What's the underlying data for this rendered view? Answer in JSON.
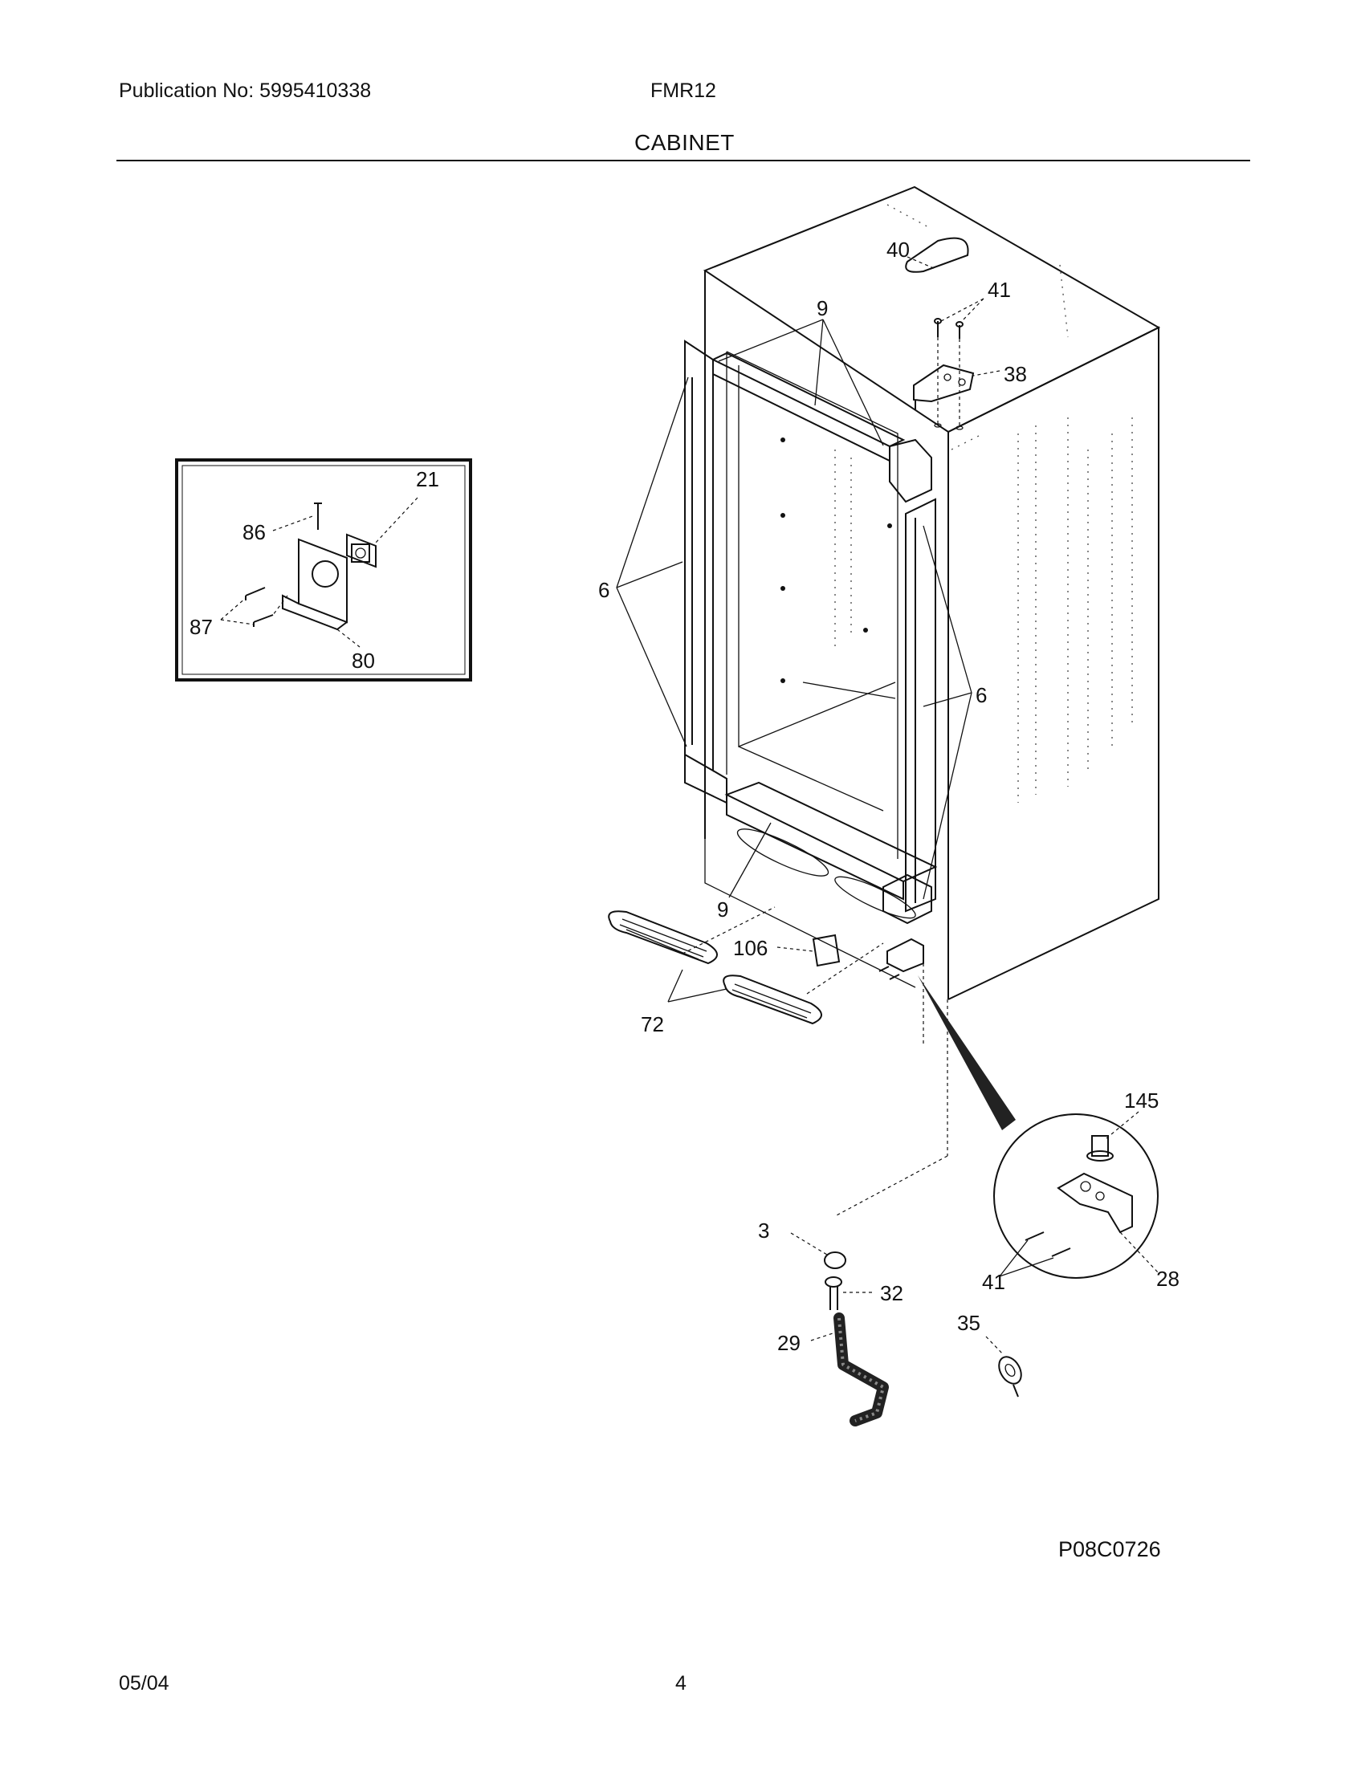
{
  "header": {
    "publication": "Publication No: 5995410338",
    "model": "FMR12",
    "section_title": "CABINET"
  },
  "footer": {
    "date": "05/04",
    "page_number": "4",
    "drawing_code": "P08C0726"
  },
  "callouts": {
    "c40": "40",
    "c41_top": "41",
    "c9_top": "9",
    "c38": "38",
    "c21": "21",
    "c86": "86",
    "c87": "87",
    "c80": "80",
    "c6_left": "6",
    "c6_right": "6",
    "c9_bottom": "9",
    "c106": "106",
    "c72": "72",
    "c145": "145",
    "c3": "3",
    "c32": "32",
    "c41_bottom": "41",
    "c28": "28",
    "c29": "29",
    "c35": "35"
  }
}
